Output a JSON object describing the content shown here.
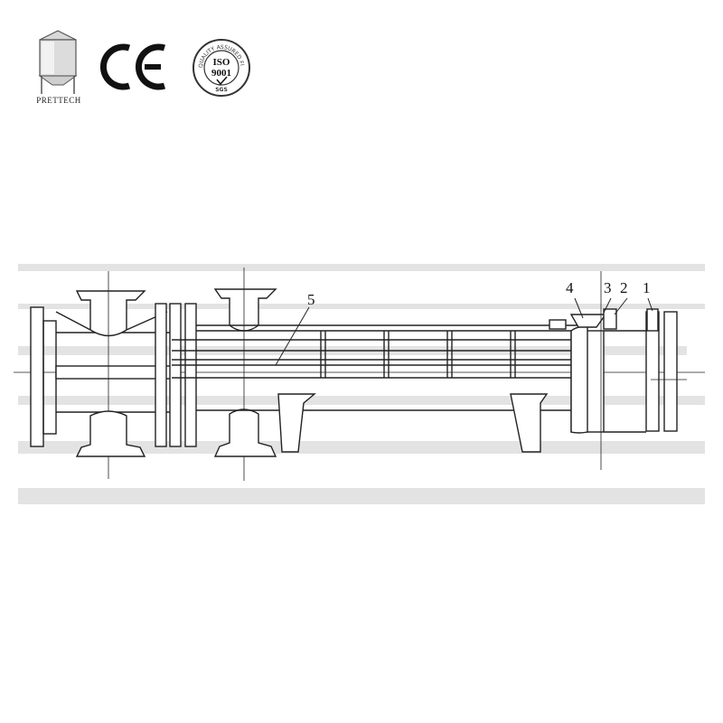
{
  "brand": {
    "name": "PRETTECH",
    "certifications": [
      "CE",
      "ISO 9001"
    ],
    "iso_seal": {
      "ring_text": "QUALITY ASSURED FIRM",
      "standard_top": "ISO",
      "standard_number": "9001",
      "auditor": "SGS"
    },
    "logo_icon": "silo-icon"
  },
  "drawing": {
    "subject": "shell-and-tube heat exchanger",
    "callouts": [
      "4",
      "3",
      "2",
      "1",
      "5"
    ]
  }
}
